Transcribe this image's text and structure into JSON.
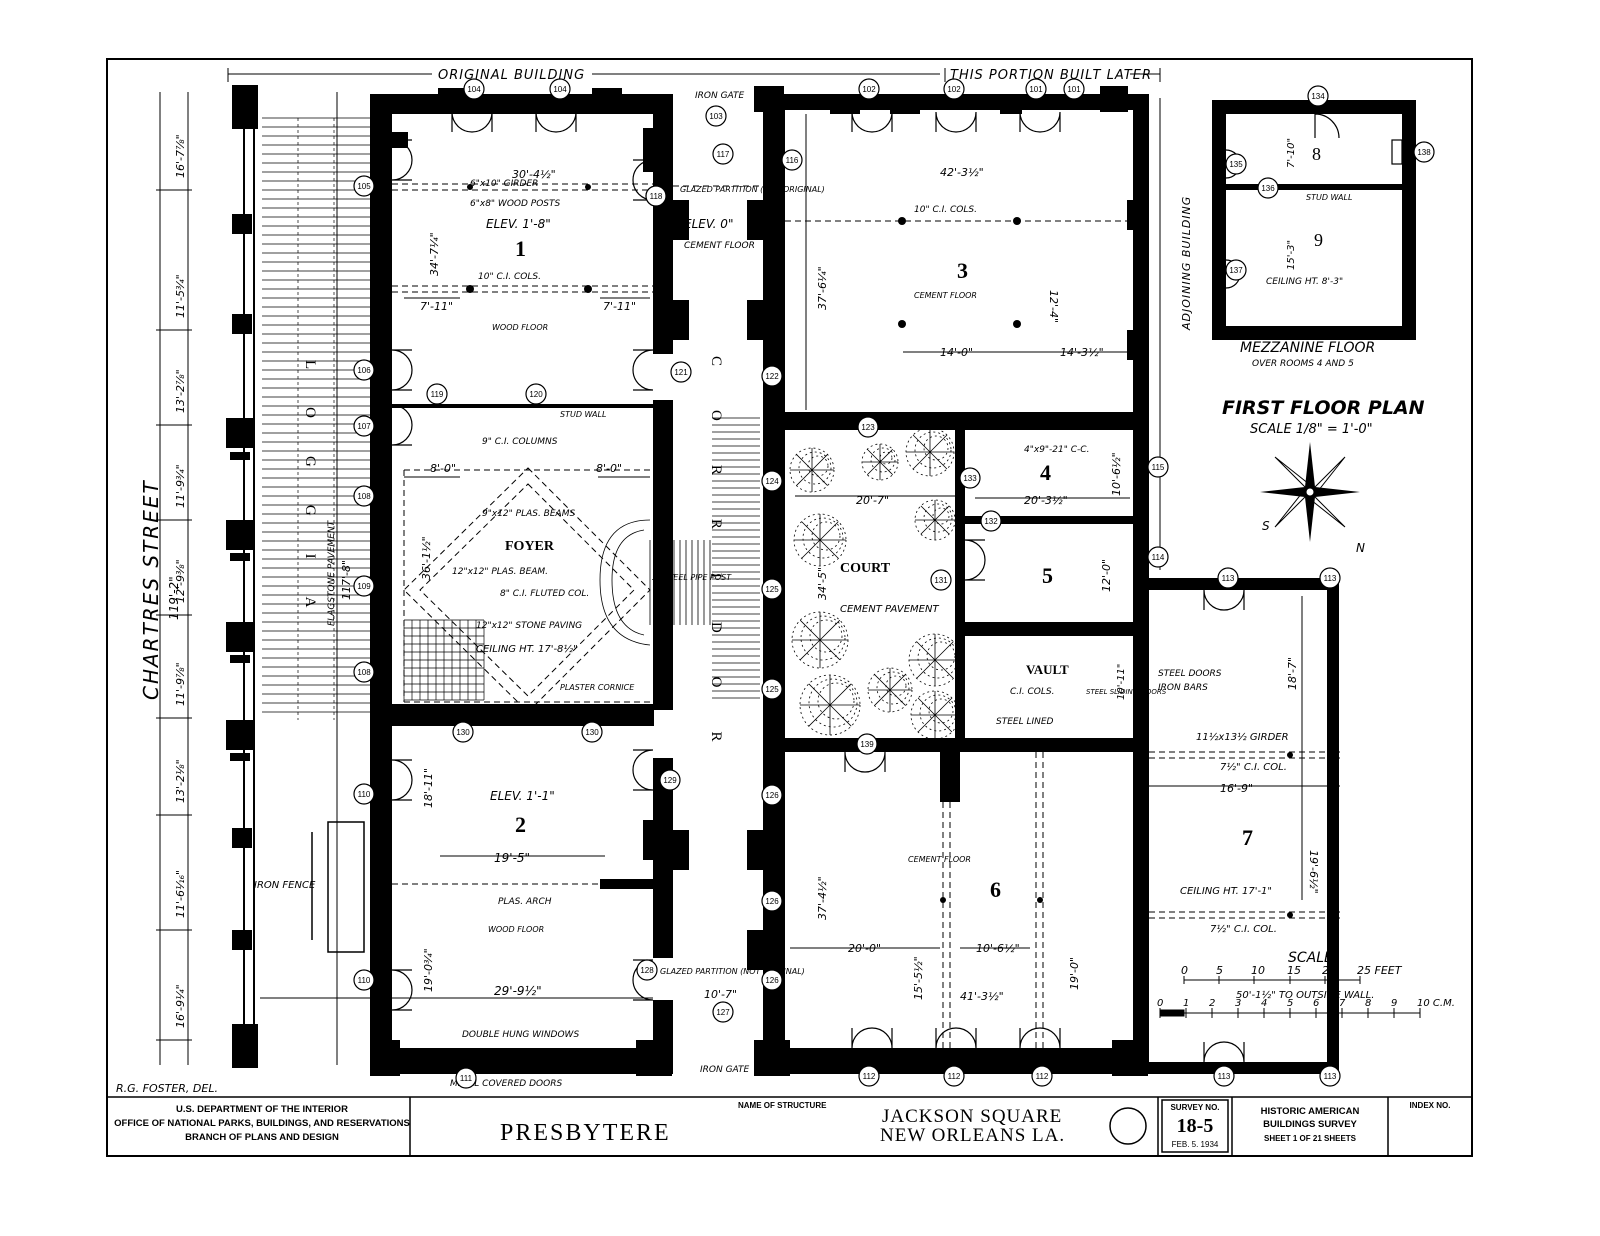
{
  "drawing": {
    "title": "FIRST FLOOR PLAN",
    "scale_note": "SCALE 1/8\" = 1'-0\"",
    "street": "CHARTRES STREET",
    "street_overall_dim": "119'-2\"",
    "original_building": "ORIGINAL BUILDING",
    "later_portion": "THIS PORTION BUILT LATER",
    "adjoining_building": "ADJOINING BUILDING",
    "loggia": "LOGGIA",
    "corridor": "CORRIDOR",
    "flagstone": "FLAGSTONE PAVEMENT",
    "iron_fence": "IRON FENCE",
    "iron_gate_top": "IRON GATE",
    "iron_gate_bottom": "IRON GATE",
    "delineator": "R.G. FOSTER, DEL.",
    "loggia_dim": "117'-8\""
  },
  "rooms": {
    "r1": {
      "num": "1",
      "elev": "ELEV. 1'-8\"",
      "floor": "WOOD FLOOR",
      "girder": "6\"x10\" GIRDER",
      "posts": "6\"x8\" WOOD POSTS",
      "cols": "10\" C.I. COLS.",
      "dim_top": "30'-4½\"",
      "dim_height": "34'-7¼\"",
      "dim_left": "7'-11\"",
      "dim_right": "7'-11\""
    },
    "r2": {
      "num": "2",
      "elev": "ELEV. 1'-1\"",
      "floor": "WOOD FLOOR",
      "arch": "PLAS. ARCH",
      "windows": "DOUBLE HUNG WINDOWS",
      "doors": "METAL COVERED DOORS",
      "dim_width": "29'-9½\"",
      "dim_mid": "19'-5\"",
      "dim_height": "19'-0¾\"",
      "dim_upper": "18'-11\""
    },
    "r3": {
      "num": "3",
      "floor": "CEMENT FLOOR",
      "cols": "10\" C.I. COLS.",
      "dim_top": "42'-3½\"",
      "dim_height": "37'-6¼\"",
      "dim_a": "14'-0\"",
      "dim_b": "14'-3½\"",
      "dim_c": "12'-4\""
    },
    "r4": {
      "num": "4",
      "beam": "4\"x9\"-21\" C-C.",
      "dim_w": "20'-3½\"",
      "dim_h": "10'-6½\""
    },
    "r5": {
      "num": "5",
      "dim_h": "12'-0\""
    },
    "r6": {
      "num": "6",
      "floor": "CEMENT FLOOR",
      "dim_a": "20'-0\"",
      "dim_b": "10'-6½\"",
      "dim_c": "41'-3½\"",
      "dim_d": "37'-4½\"",
      "dim_e": "15'-5½\"",
      "dim_f": "19'-0\""
    },
    "r7": {
      "num": "7",
      "girder": "11½x13½ GIRDER",
      "col1": "7½\" C.I. COL.",
      "col2": "7½\" C.I. COL.",
      "ceiling": "CEILING HT. 17'-1\"",
      "dim_w": "16'-9\"",
      "dim_h": "18'-7\"",
      "dim_h2": "19'-6½\""
    },
    "foyer": {
      "name": "FOYER",
      "beams": "9\"x12\" PLAS. BEAMS",
      "beam2": "12\"x12\" PLAS. BEAM.",
      "col": "8\" C.I. FLUTED COL.",
      "paving": "12\"x12\" STONE PAVING",
      "ceiling": "CEILING HT. 17'-8½\"",
      "cols": "9\" C.I. COLUMNS",
      "stud": "STUD WALL",
      "cornice": "PLASTER CORNICE",
      "dim1": "8'-0\"",
      "dim2": "8'-0\"",
      "dim_h": "36'-1½\""
    },
    "court": {
      "name": "COURT",
      "pavement": "CEMENT PAVEMENT",
      "dim_w": "20'-7\"",
      "dim_h": "34'-5\""
    },
    "vault": {
      "name": "VAULT",
      "cols": "C.I. COLS.",
      "lined": "STEEL LINED",
      "doors": "STEEL SLIDING DOORS",
      "steel_doors": "STEEL DOORS",
      "iron_bars": "IRON BARS",
      "dim": "10'-11\""
    },
    "corridor": {
      "elev": "ELEV. 0\"",
      "floor": "CEMENT FLOOR",
      "pipe": "3\" STEEL PIPE POST",
      "partition_top": "GLAZED PARTITION (NOT ORIGINAL)",
      "partition_bottom": "GLAZED PARTITION (NOT ORIGINAL)",
      "dim_bottom": "10'-7\""
    }
  },
  "mezzanine": {
    "title": "MEZZANINE FLOOR",
    "subtitle": "OVER ROOMS 4 AND 5",
    "room8": "8",
    "room9": "9",
    "stud": "STUD WALL",
    "ceiling": "CEILING HT. 8'-3\"",
    "dim_a": "7'-10\"",
    "dim_b": "15'-3\""
  },
  "street_dims": [
    "16'-7⅞\"",
    "11'-5¾\"",
    "13'-2⅞\"",
    "11'-9¾\"",
    "12'-9⅜\"",
    "11'-9⅞\"",
    "13'-2⅛\"",
    "11'-6⅟₁₆\"",
    "16'-9¼\""
  ],
  "door_tags_top": [
    "104",
    "104",
    "103",
    "102",
    "102",
    "101",
    "101"
  ],
  "door_tags_left": [
    "105",
    "106",
    "107",
    "108",
    "109",
    "108",
    "110",
    "110"
  ],
  "door_tags_bottom": [
    "111",
    "112",
    "112",
    "112",
    "113",
    "113"
  ],
  "door_tags_misc": [
    "116",
    "116",
    "117",
    "118",
    "119",
    "120",
    "121",
    "122",
    "123",
    "124",
    "125",
    "125",
    "126",
    "126",
    "126",
    "127",
    "128",
    "129",
    "130",
    "130",
    "131",
    "132",
    "133",
    "139",
    "114",
    "115",
    "113",
    "113",
    "134",
    "135",
    "136",
    "137",
    "138"
  ],
  "scale_bar": {
    "title": "SCALE",
    "feet_labels": [
      "0",
      "5",
      "10",
      "15",
      "20",
      "25 FEET"
    ],
    "cm_labels": [
      "0",
      "1",
      "2",
      "3",
      "4",
      "5",
      "6",
      "7",
      "8",
      "9",
      "10 C.M."
    ],
    "outside_wall": "50'-1½\" TO OUTSIDE WALL."
  },
  "compass": {
    "north": "N",
    "south": "S"
  },
  "title_block": {
    "agency1": "U.S. DEPARTMENT OF THE INTERIOR",
    "agency2": "OFFICE OF NATIONAL PARKS, BUILDINGS, AND RESERVATIONS",
    "agency3": "BRANCH OF PLANS AND DESIGN",
    "structure": "PRESBYTERE",
    "name_label": "NAME OF STRUCTURE",
    "location1": "JACKSON SQUARE",
    "location2": "NEW ORLEANS LA.",
    "survey_label": "SURVEY NO.",
    "survey_no": "18-5",
    "date": "FEB. 5. 1934",
    "habs1": "HISTORIC AMERICAN",
    "habs2": "BUILDINGS SURVEY",
    "sheet": "SHEET 1 OF 21 SHEETS",
    "index": "INDEX NO."
  },
  "colors": {
    "ink": "#000000",
    "paper": "#ffffff"
  }
}
